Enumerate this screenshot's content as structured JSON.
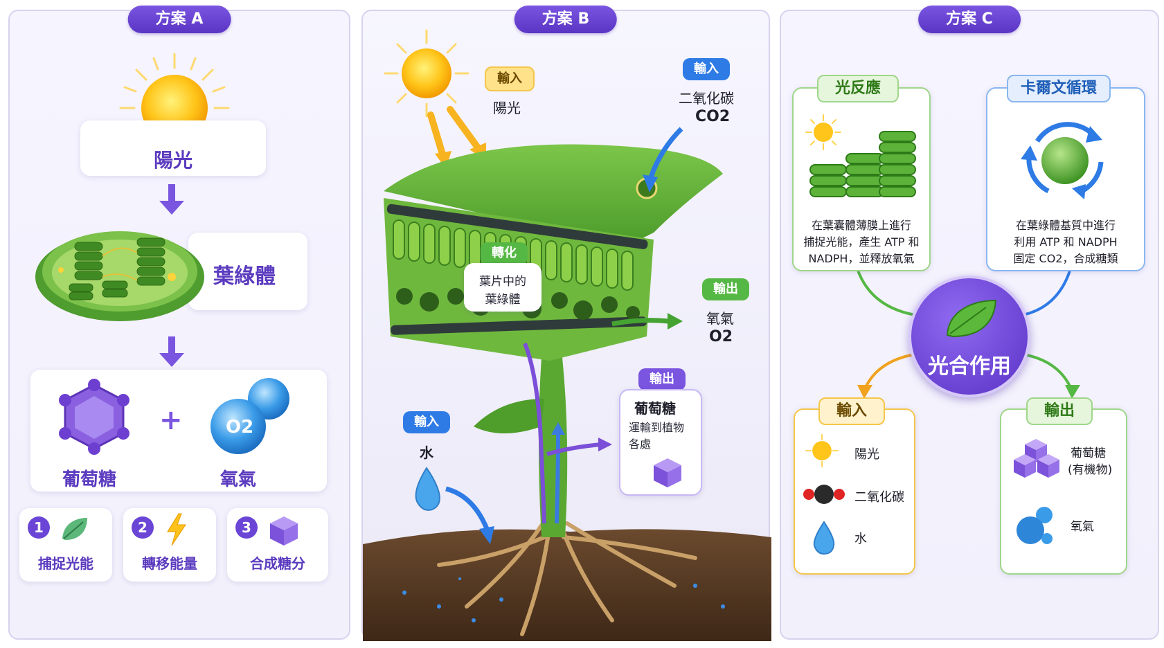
{
  "panelA": {
    "tab": "方案 A",
    "sunlight": "陽光",
    "chloroplast": "葉綠體",
    "glucose": "葡萄糖",
    "plus": "+",
    "oxygen": "氧氣",
    "o2_symbol": "O2",
    "steps": [
      {
        "num": "1",
        "label": "捕捉光能",
        "icon": "leaf-icon"
      },
      {
        "num": "2",
        "label": "轉移能量",
        "icon": "lightning-icon"
      },
      {
        "num": "3",
        "label": "合成糖分",
        "icon": "cube-icon"
      }
    ]
  },
  "panelB": {
    "tab": "方案 B",
    "input_sun_tag": "輸入",
    "input_sun_label": "陽光",
    "input_co2_tag": "輸入",
    "input_co2_name": "二氧化碳",
    "input_co2_formula": "CO2",
    "convert_tag": "轉化",
    "convert_text_1": "葉片中的",
    "convert_text_2": "葉綠體",
    "output_o2_tag": "輸出",
    "output_o2_name": "氧氣",
    "output_o2_formula": "O2",
    "input_water_tag": "輸入",
    "input_water_label": "水",
    "output_glucose_tag": "輸出",
    "output_glucose_name": "葡萄糖",
    "output_glucose_desc_1": "運輸到植物",
    "output_glucose_desc_2": "各處"
  },
  "panelC": {
    "tab": "方案 C",
    "light_reaction": {
      "title": "光反應",
      "lines": [
        "在葉囊體薄膜上進行",
        "捕捉光能，產生 ATP 和",
        "NADPH，並釋放氧氣"
      ]
    },
    "calvin_cycle": {
      "title": "卡爾文循環",
      "lines": [
        "在葉綠體基質中進行",
        "利用 ATP 和 NADPH",
        "固定 CO2，合成糖類"
      ]
    },
    "center": "光合作用",
    "inputs": {
      "title": "輸入",
      "items": [
        "陽光",
        "二氧化碳",
        "水"
      ]
    },
    "outputs": {
      "title": "輸出",
      "items": [
        "葡萄糖",
        "(有機物)",
        "氧氣"
      ]
    }
  }
}
